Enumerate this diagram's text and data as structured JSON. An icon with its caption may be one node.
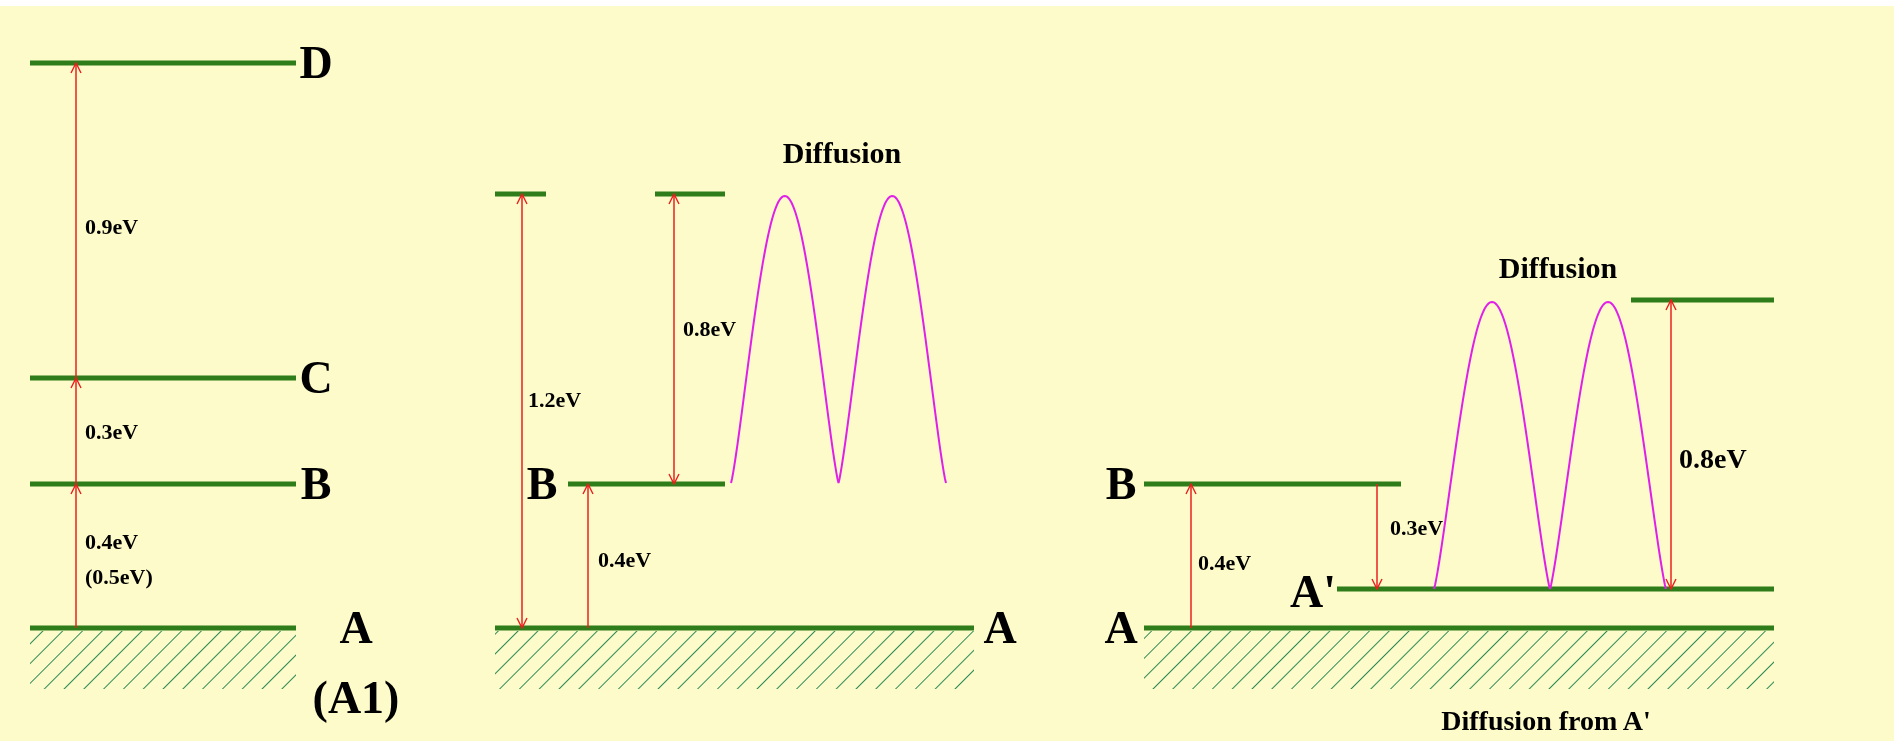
{
  "diagram": {
    "labels": [
      "D",
      "0.9eV",
      "C",
      "0.3eV",
      "B",
      "0.4eV",
      "(0.5eV)",
      "A",
      "(A1)",
      "Diffusion",
      "0.8eV",
      "1.2eV",
      "B",
      "0.4eV",
      "A",
      "Diffusion",
      "0.8eV",
      "B",
      "0.3eV",
      "0.4eV",
      "A'",
      "A",
      "Diffusion from A'"
    ]
  }
}
